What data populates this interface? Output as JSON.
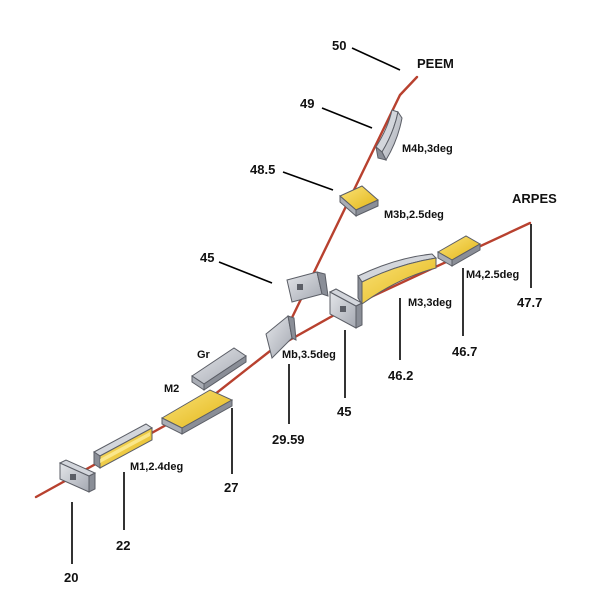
{
  "endpoints": {
    "peem": "PEEM",
    "arpes": "ARPES"
  },
  "components": {
    "m1": "M1,2.4deg",
    "m2": "M2",
    "gr": "Gr",
    "mb": "Mb,3.5deg",
    "m3": "M3,3deg",
    "m4": "M4,2.5deg",
    "m3b": "M3b,2.5deg",
    "m4b": "M4b,3deg"
  },
  "distances": {
    "d20": "20",
    "d22": "22",
    "d27": "27",
    "d29_59": "29.59",
    "d45_lower": "45",
    "d45_upper": "45",
    "d46_2": "46.2",
    "d46_7": "46.7",
    "d47_7": "47.7",
    "d48_5": "48.5",
    "d49": "49",
    "d50": "50"
  },
  "colors": {
    "beam": "#b8412f",
    "mirror_body": "#c9ccd3",
    "mirror_face": "#f2ce2c",
    "outline": "#5b5e66"
  }
}
